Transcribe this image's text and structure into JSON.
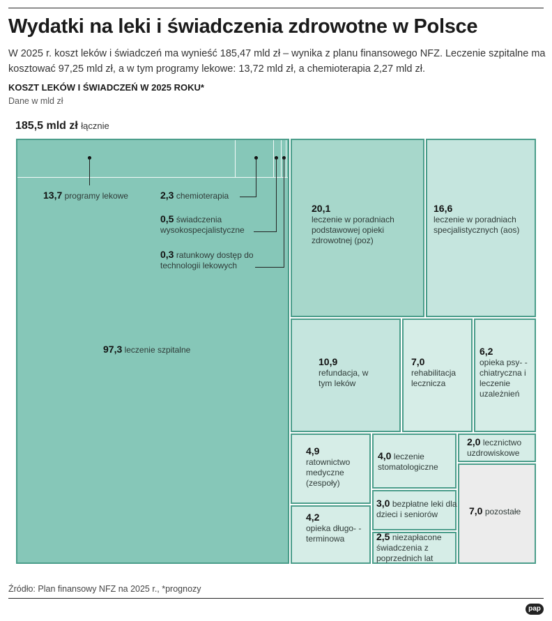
{
  "header": {
    "title": "Wydatki na leki i świadczenia zdrowotne w Polsce",
    "lead": "W 2025 r. koszt leków i świadczeń ma wynieść 185,47 mld zł – wynika z planu finansowego NFZ. Leczenie szpitalne ma kosztować 97,25 mld zł, a w tym programy lekowe: 13,72 mld zł, a chemioterapia 2,27 mld zł.",
    "subhead": "KOSZT LEKÓW I ŚWIADCZEŃ W 2025 ROKU*",
    "units": "Dane w mld zł"
  },
  "total": {
    "value": "185,5 mld zł",
    "label": "łącznie"
  },
  "chart_data": {
    "type": "treemap",
    "total": 185.5,
    "items": [
      {
        "id": "szpital",
        "value": 97.3,
        "value_label": "97,3",
        "label": "leczenie szpitalne",
        "children": [
          {
            "id": "programy",
            "value": 13.7,
            "value_label": "13,7",
            "label": "programy lekowe"
          },
          {
            "id": "chemio",
            "value": 2.3,
            "value_label": "2,3",
            "label": "chemioterapia"
          },
          {
            "id": "wysokospec",
            "value": 0.5,
            "value_label": "0,5",
            "label": "świadczenia wysokospecjalistyczne"
          },
          {
            "id": "ratunkowy",
            "value": 0.3,
            "value_label": "0,3",
            "label": "ratunkowy dostęp do technologii lekowych"
          }
        ]
      },
      {
        "id": "poz",
        "value": 20.1,
        "value_label": "20,1",
        "label": "leczenie w poradniach podstawowej opieki zdrowotnej (poz)"
      },
      {
        "id": "aos",
        "value": 16.6,
        "value_label": "16,6",
        "label": "leczenie w poradniach specjalistycznych (aos)"
      },
      {
        "id": "refundacja",
        "value": 10.9,
        "value_label": "10,9",
        "label": "refundacja, w tym leków"
      },
      {
        "id": "rehab",
        "value": 7.0,
        "value_label": "7,0",
        "label": "rehabilitacja lecznicza"
      },
      {
        "id": "psych",
        "value": 6.2,
        "value_label": "6,2",
        "label": "opieka psy- -chiatryczna i leczenie uzależnień"
      },
      {
        "id": "ratown",
        "value": 4.9,
        "value_label": "4,9",
        "label": "ratownictwo medyczne (zespoły)"
      },
      {
        "id": "stomat",
        "value": 4.0,
        "value_label": "4,0",
        "label": "leczenie stomatologiczne"
      },
      {
        "id": "uzdrow",
        "value": 2.0,
        "value_label": "2,0",
        "label": "lecznictwo uzdrowiskowe"
      },
      {
        "id": "dlugo",
        "value": 4.2,
        "value_label": "4,2",
        "label": "opieka długo- -terminowa"
      },
      {
        "id": "bezplatne",
        "value": 3.0,
        "value_label": "3,0",
        "label": "bezpłatne leki dla dzieci i seniorów"
      },
      {
        "id": "niezaplacone",
        "value": 2.5,
        "value_label": "2,5",
        "label": "niezapłacone świadczenia z poprzednich lat"
      },
      {
        "id": "pozostale",
        "value": 7.0,
        "value_label": "7,0",
        "label": "pozostałe"
      }
    ]
  },
  "colors": {
    "big": "#86c7b8",
    "mid": "#a7d7cb",
    "light": "#c5e5de",
    "lighter": "#d6ede7",
    "grey": "#ececec",
    "border": "#4a9d8a"
  },
  "footer": {
    "source": "Źródło: Plan finansowy NFZ na 2025 r., *prognozy",
    "logo": "pap"
  }
}
